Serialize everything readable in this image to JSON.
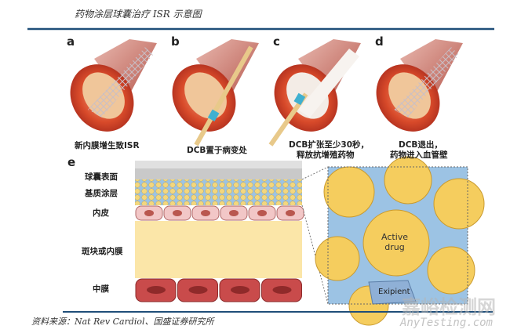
{
  "title": "药物涂层球囊治疗 ISR 示意图",
  "panels": [
    {
      "letter": "a",
      "caption": "新内膜增生致ISR"
    },
    {
      "letter": "b",
      "caption": "DCB置于病变处"
    },
    {
      "letter": "c",
      "caption": "DCB扩张至少30秒，",
      "caption2": "释放抗增殖药物"
    },
    {
      "letter": "d",
      "caption": "DCB退出，",
      "caption2": "药物进入血管壁"
    }
  ],
  "panel_e": {
    "letter": "e",
    "layers": [
      "球囊表面",
      "基质涂层",
      "内皮",
      "斑块或内膜",
      "中膜"
    ],
    "inset_labels": [
      "Active",
      "drug",
      "Exipient"
    ]
  },
  "source": "资料来源：Nat Rev Cardiol、国盛证券研究所",
  "watermark": {
    "cn": "嘉峪检测网",
    "en": "AnyTesting.com"
  },
  "colors": {
    "rule": "#1f4e79",
    "vessel": "#c0392b",
    "plaque": "#f5d27a",
    "excipient": "#8fb8e0"
  }
}
